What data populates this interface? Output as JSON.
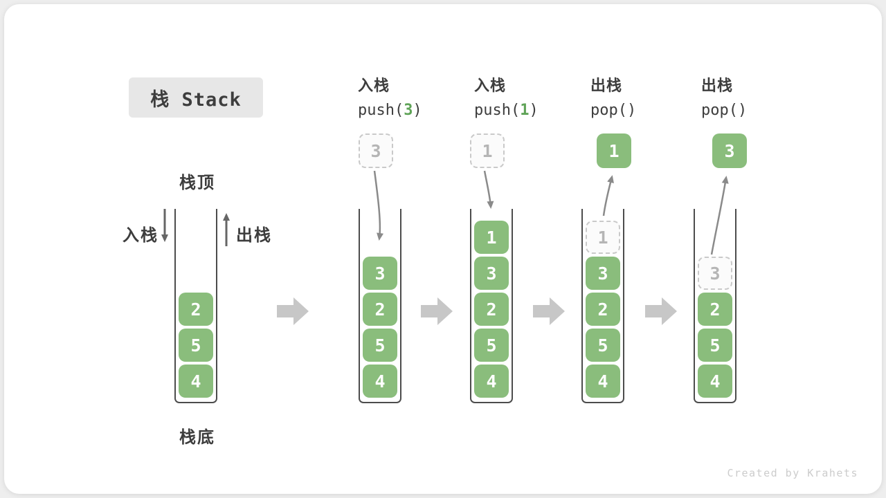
{
  "page": {
    "title_box": "栈 Stack",
    "watermark": "Created by Krahets"
  },
  "side_labels": {
    "stack_top": "栈顶",
    "stack_bottom": "栈底",
    "push": "入栈",
    "pop": "出栈"
  },
  "colors": {
    "block_green": "#8abd7c",
    "code_green": "#5fa357",
    "arrow_gray": "#8a8a8a",
    "block_arrow_gray": "#c7c7c7",
    "wall_dark": "#4c4c4c",
    "ghost_border": "#c9c9c9",
    "ghost_text": "#b5b5b5",
    "text_dark": "#3d3d3d",
    "title_bg": "#e7e7e7",
    "watermark_gray": "#cccccc"
  },
  "steps": [
    {
      "key": "initial",
      "header_cn": "",
      "code_before": "",
      "code_value": "",
      "code_after": "",
      "floating": null,
      "ghost": null,
      "blocks": [
        "2",
        "5",
        "4"
      ]
    },
    {
      "key": "push-3",
      "header_cn": "入栈",
      "code_before": "push(",
      "code_value": "3",
      "code_after": ")",
      "floating": {
        "value": "3",
        "kind": "dashed"
      },
      "ghost": null,
      "blocks": [
        "3",
        "2",
        "5",
        "4"
      ]
    },
    {
      "key": "push-1",
      "header_cn": "入栈",
      "code_before": "push(",
      "code_value": "1",
      "code_after": ")",
      "floating": {
        "value": "1",
        "kind": "dashed"
      },
      "ghost": null,
      "blocks": [
        "1",
        "3",
        "2",
        "5",
        "4"
      ]
    },
    {
      "key": "pop-1",
      "header_cn": "出栈",
      "code_before": "pop()",
      "code_value": "",
      "code_after": "",
      "floating": {
        "value": "1",
        "kind": "solid"
      },
      "ghost": "1",
      "blocks": [
        "3",
        "2",
        "5",
        "4"
      ]
    },
    {
      "key": "pop-3",
      "header_cn": "出栈",
      "code_before": "pop()",
      "code_value": "",
      "code_after": "",
      "floating": {
        "value": "3",
        "kind": "solid"
      },
      "ghost": "3",
      "blocks": [
        "2",
        "5",
        "4"
      ]
    }
  ]
}
